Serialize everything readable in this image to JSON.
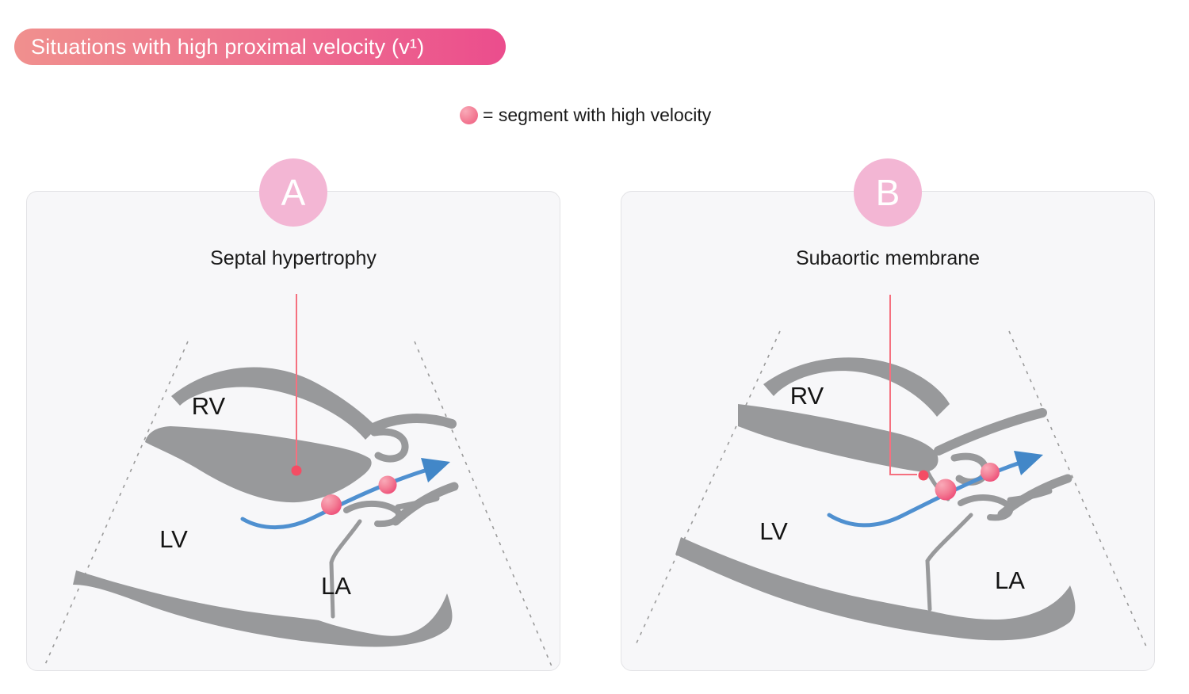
{
  "title": {
    "text": "Situations with high proximal velocity (v¹)"
  },
  "legend": {
    "text": "= segment with high velocity",
    "dot_meaning": "segment with high velocity"
  },
  "panels": [
    {
      "badge": "A",
      "caption": "Septal hypertrophy",
      "labels": {
        "rv": "RV",
        "lv": "LV",
        "la": "LA"
      }
    },
    {
      "badge": "B",
      "caption": "Subaortic membrane",
      "labels": {
        "rv": "RV",
        "lv": "LV",
        "la": "LA"
      }
    }
  ],
  "colors": {
    "banner_gradient_left": "#f0908e",
    "banner_gradient_right": "#eb4d8d",
    "badge_pink": "#f3b6d4",
    "structure_gray": "#98999b",
    "flow_blue": "#4f90d0",
    "arrowhead_blue": "#4287c8",
    "dot_pink_light": "#f9aab8",
    "dot_pink_dark": "#ee4c77",
    "annotation_red": "#f5707f",
    "panel_background": "#f7f7f9"
  }
}
